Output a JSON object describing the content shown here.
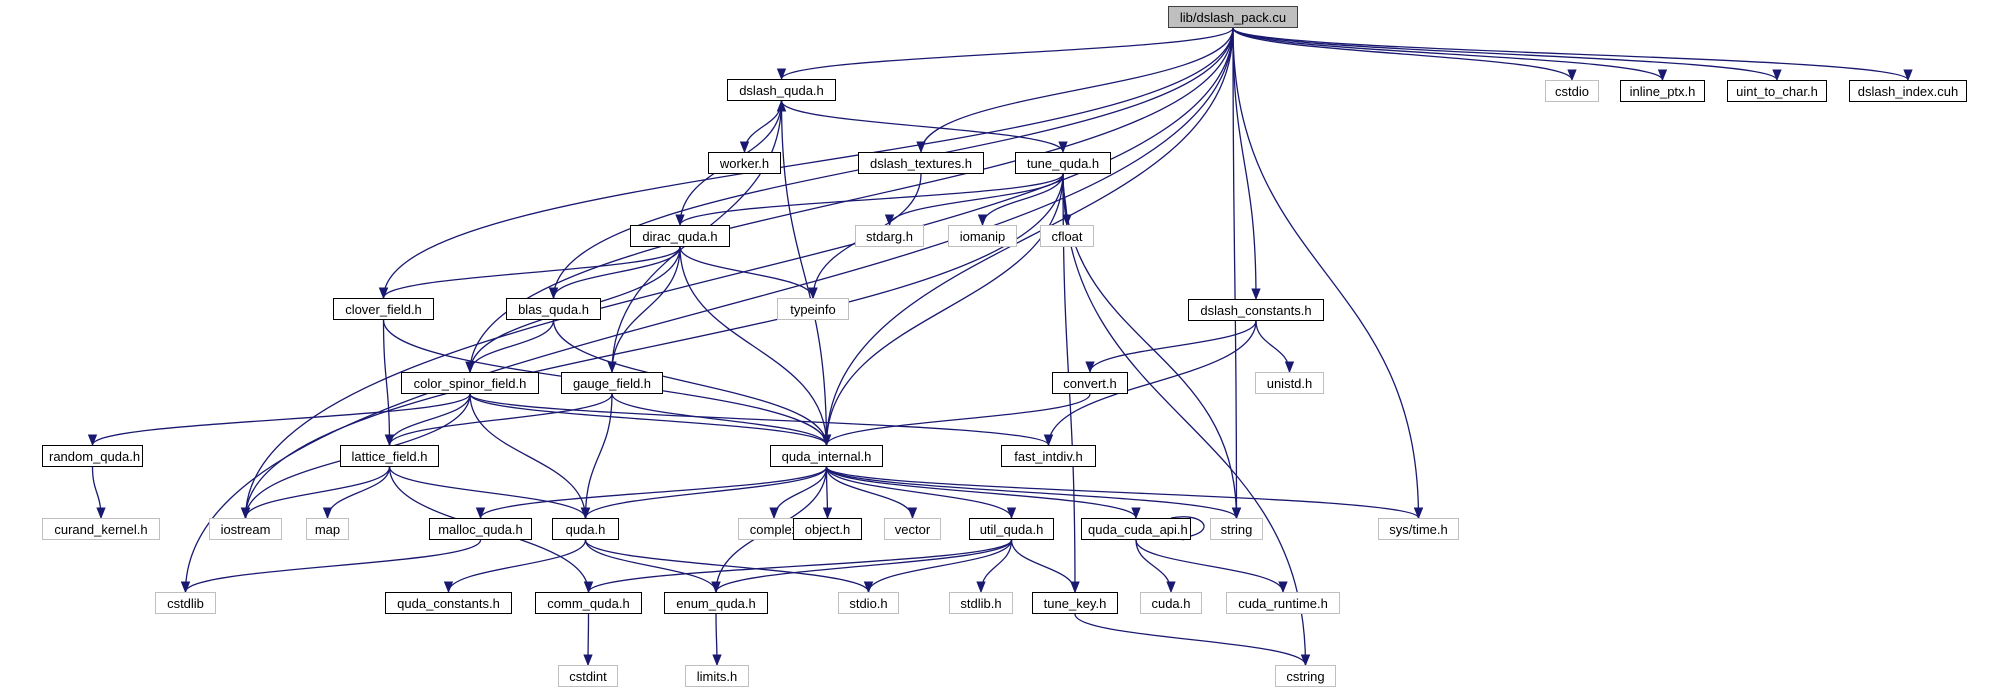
{
  "title": "lib/dslash_pack.cu include dependency graph",
  "colors": {
    "edge": "#191970",
    "root_fill": "#bfbfbf",
    "internal_border": "#000000",
    "external_border": "#bfbfbf"
  },
  "nodes": [
    {
      "id": "root",
      "label": "lib/dslash_pack.cu",
      "kind": "root"
    },
    {
      "id": "dslash_quda",
      "label": "dslash_quda.h",
      "kind": "internal"
    },
    {
      "id": "cstdio",
      "label": "cstdio",
      "kind": "external"
    },
    {
      "id": "inline_ptx",
      "label": "inline_ptx.h",
      "kind": "internal"
    },
    {
      "id": "uint_to_char",
      "label": "uint_to_char.h",
      "kind": "internal"
    },
    {
      "id": "dslash_index",
      "label": "dslash_index.cuh",
      "kind": "internal"
    },
    {
      "id": "worker",
      "label": "worker.h",
      "kind": "internal"
    },
    {
      "id": "dslash_textures",
      "label": "dslash_textures.h",
      "kind": "internal"
    },
    {
      "id": "tune_quda",
      "label": "tune_quda.h",
      "kind": "internal"
    },
    {
      "id": "dirac_quda",
      "label": "dirac_quda.h",
      "kind": "internal"
    },
    {
      "id": "stdarg",
      "label": "stdarg.h",
      "kind": "external"
    },
    {
      "id": "iomanip",
      "label": "iomanip",
      "kind": "external"
    },
    {
      "id": "cfloat",
      "label": "cfloat",
      "kind": "external"
    },
    {
      "id": "clover_field",
      "label": "clover_field.h",
      "kind": "internal"
    },
    {
      "id": "blas_quda",
      "label": "blas_quda.h",
      "kind": "internal"
    },
    {
      "id": "typeinfo",
      "label": "typeinfo",
      "kind": "external"
    },
    {
      "id": "dslash_constants",
      "label": "dslash_constants.h",
      "kind": "internal"
    },
    {
      "id": "color_spinor_field",
      "label": "color_spinor_field.h",
      "kind": "internal"
    },
    {
      "id": "gauge_field",
      "label": "gauge_field.h",
      "kind": "internal"
    },
    {
      "id": "convert",
      "label": "convert.h",
      "kind": "internal"
    },
    {
      "id": "unistd",
      "label": "unistd.h",
      "kind": "external"
    },
    {
      "id": "random_quda",
      "label": "random_quda.h",
      "kind": "internal"
    },
    {
      "id": "lattice_field",
      "label": "lattice_field.h",
      "kind": "internal"
    },
    {
      "id": "quda_internal",
      "label": "quda_internal.h",
      "kind": "internal"
    },
    {
      "id": "fast_intdiv",
      "label": "fast_intdiv.h",
      "kind": "internal"
    },
    {
      "id": "curand_kernel",
      "label": "curand_kernel.h",
      "kind": "external"
    },
    {
      "id": "iostream",
      "label": "iostream",
      "kind": "external"
    },
    {
      "id": "map",
      "label": "map",
      "kind": "external"
    },
    {
      "id": "malloc_quda",
      "label": "malloc_quda.h",
      "kind": "internal"
    },
    {
      "id": "quda",
      "label": "quda.h",
      "kind": "internal"
    },
    {
      "id": "complex",
      "label": "complex",
      "kind": "external"
    },
    {
      "id": "object",
      "label": "object.h",
      "kind": "internal"
    },
    {
      "id": "vector",
      "label": "vector",
      "kind": "external"
    },
    {
      "id": "util_quda",
      "label": "util_quda.h",
      "kind": "internal"
    },
    {
      "id": "quda_cuda_api",
      "label": "quda_cuda_api.h",
      "kind": "internal"
    },
    {
      "id": "string",
      "label": "string",
      "kind": "external"
    },
    {
      "id": "sys_time",
      "label": "sys/time.h",
      "kind": "external"
    },
    {
      "id": "cstdlib",
      "label": "cstdlib",
      "kind": "external"
    },
    {
      "id": "quda_constants",
      "label": "quda_constants.h",
      "kind": "internal"
    },
    {
      "id": "comm_quda",
      "label": "comm_quda.h",
      "kind": "internal"
    },
    {
      "id": "enum_quda",
      "label": "enum_quda.h",
      "kind": "internal"
    },
    {
      "id": "stdio",
      "label": "stdio.h",
      "kind": "external"
    },
    {
      "id": "stdlib",
      "label": "stdlib.h",
      "kind": "external"
    },
    {
      "id": "tune_key",
      "label": "tune_key.h",
      "kind": "internal"
    },
    {
      "id": "cuda",
      "label": "cuda.h",
      "kind": "external"
    },
    {
      "id": "cuda_runtime",
      "label": "cuda_runtime.h",
      "kind": "external"
    },
    {
      "id": "cstdint",
      "label": "cstdint",
      "kind": "external"
    },
    {
      "id": "limits",
      "label": "limits.h",
      "kind": "external"
    },
    {
      "id": "cstring",
      "label": "cstring",
      "kind": "external"
    }
  ],
  "edges": [
    [
      "root",
      "dslash_quda"
    ],
    [
      "root",
      "cstdio"
    ],
    [
      "root",
      "inline_ptx"
    ],
    [
      "root",
      "uint_to_char"
    ],
    [
      "root",
      "dslash_index"
    ],
    [
      "root",
      "dslash_textures"
    ],
    [
      "root",
      "clover_field"
    ],
    [
      "root",
      "blas_quda"
    ],
    [
      "root",
      "color_spinor_field"
    ],
    [
      "root",
      "iostream"
    ],
    [
      "root",
      "cstdlib"
    ],
    [
      "root",
      "quda_internal"
    ],
    [
      "root",
      "dslash_constants"
    ],
    [
      "root",
      "string"
    ],
    [
      "root",
      "sys_time"
    ],
    [
      "dslash_quda",
      "worker"
    ],
    [
      "dslash_quda",
      "tune_quda"
    ],
    [
      "dslash_quda",
      "quda_internal"
    ],
    [
      "tune_quda",
      "dirac_quda"
    ],
    [
      "tune_quda",
      "stdarg"
    ],
    [
      "tune_quda",
      "iomanip"
    ],
    [
      "tune_quda",
      "cfloat"
    ],
    [
      "tune_quda",
      "iostream"
    ],
    [
      "tune_quda",
      "quda_internal"
    ],
    [
      "tune_quda",
      "string"
    ],
    [
      "tune_quda",
      "tune_key"
    ],
    [
      "tune_quda",
      "cstring"
    ],
    [
      "dslash_textures",
      "typeinfo"
    ],
    [
      "dirac_quda",
      "dslash_quda"
    ],
    [
      "dirac_quda",
      "clover_field"
    ],
    [
      "dirac_quda",
      "blas_quda"
    ],
    [
      "dirac_quda",
      "typeinfo"
    ],
    [
      "dirac_quda",
      "color_spinor_field"
    ],
    [
      "dirac_quda",
      "gauge_field"
    ],
    [
      "dirac_quda",
      "quda_internal"
    ],
    [
      "gauge_field",
      "dslash_quda"
    ],
    [
      "clover_field",
      "lattice_field"
    ],
    [
      "clover_field",
      "quda_internal"
    ],
    [
      "blas_quda",
      "color_spinor_field"
    ],
    [
      "blas_quda",
      "quda_internal"
    ],
    [
      "dslash_constants",
      "convert"
    ],
    [
      "dslash_constants",
      "unistd"
    ],
    [
      "dslash_constants",
      "fast_intdiv"
    ],
    [
      "convert",
      "quda_internal"
    ],
    [
      "color_spinor_field",
      "random_quda"
    ],
    [
      "color_spinor_field",
      "lattice_field"
    ],
    [
      "color_spinor_field",
      "quda_internal"
    ],
    [
      "color_spinor_field",
      "fast_intdiv"
    ],
    [
      "color_spinor_field",
      "iostream"
    ],
    [
      "color_spinor_field",
      "quda"
    ],
    [
      "gauge_field",
      "lattice_field"
    ],
    [
      "gauge_field",
      "quda_internal"
    ],
    [
      "gauge_field",
      "quda"
    ],
    [
      "random_quda",
      "curand_kernel"
    ],
    [
      "lattice_field",
      "iostream"
    ],
    [
      "lattice_field",
      "map"
    ],
    [
      "lattice_field",
      "quda"
    ],
    [
      "lattice_field",
      "comm_quda"
    ],
    [
      "quda_internal",
      "malloc_quda"
    ],
    [
      "quda_internal",
      "quda"
    ],
    [
      "quda_internal",
      "complex"
    ],
    [
      "quda_internal",
      "object"
    ],
    [
      "quda_internal",
      "vector"
    ],
    [
      "quda_internal",
      "util_quda"
    ],
    [
      "quda_internal",
      "quda_cuda_api"
    ],
    [
      "quda_internal",
      "string"
    ],
    [
      "quda_internal",
      "sys_time"
    ],
    [
      "quda_internal",
      "enum_quda"
    ],
    [
      "malloc_quda",
      "cstdlib"
    ],
    [
      "quda",
      "quda_constants"
    ],
    [
      "quda",
      "enum_quda"
    ],
    [
      "quda",
      "stdio"
    ],
    [
      "util_quda",
      "comm_quda"
    ],
    [
      "util_quda",
      "enum_quda"
    ],
    [
      "util_quda",
      "stdio"
    ],
    [
      "util_quda",
      "stdlib"
    ],
    [
      "util_quda",
      "tune_key"
    ],
    [
      "quda_cuda_api",
      "quda_cuda_api"
    ],
    [
      "quda_cuda_api",
      "cuda"
    ],
    [
      "quda_cuda_api",
      "cuda_runtime"
    ],
    [
      "tune_key",
      "cstring"
    ],
    [
      "comm_quda",
      "cstdint"
    ],
    [
      "enum_quda",
      "limits"
    ]
  ]
}
